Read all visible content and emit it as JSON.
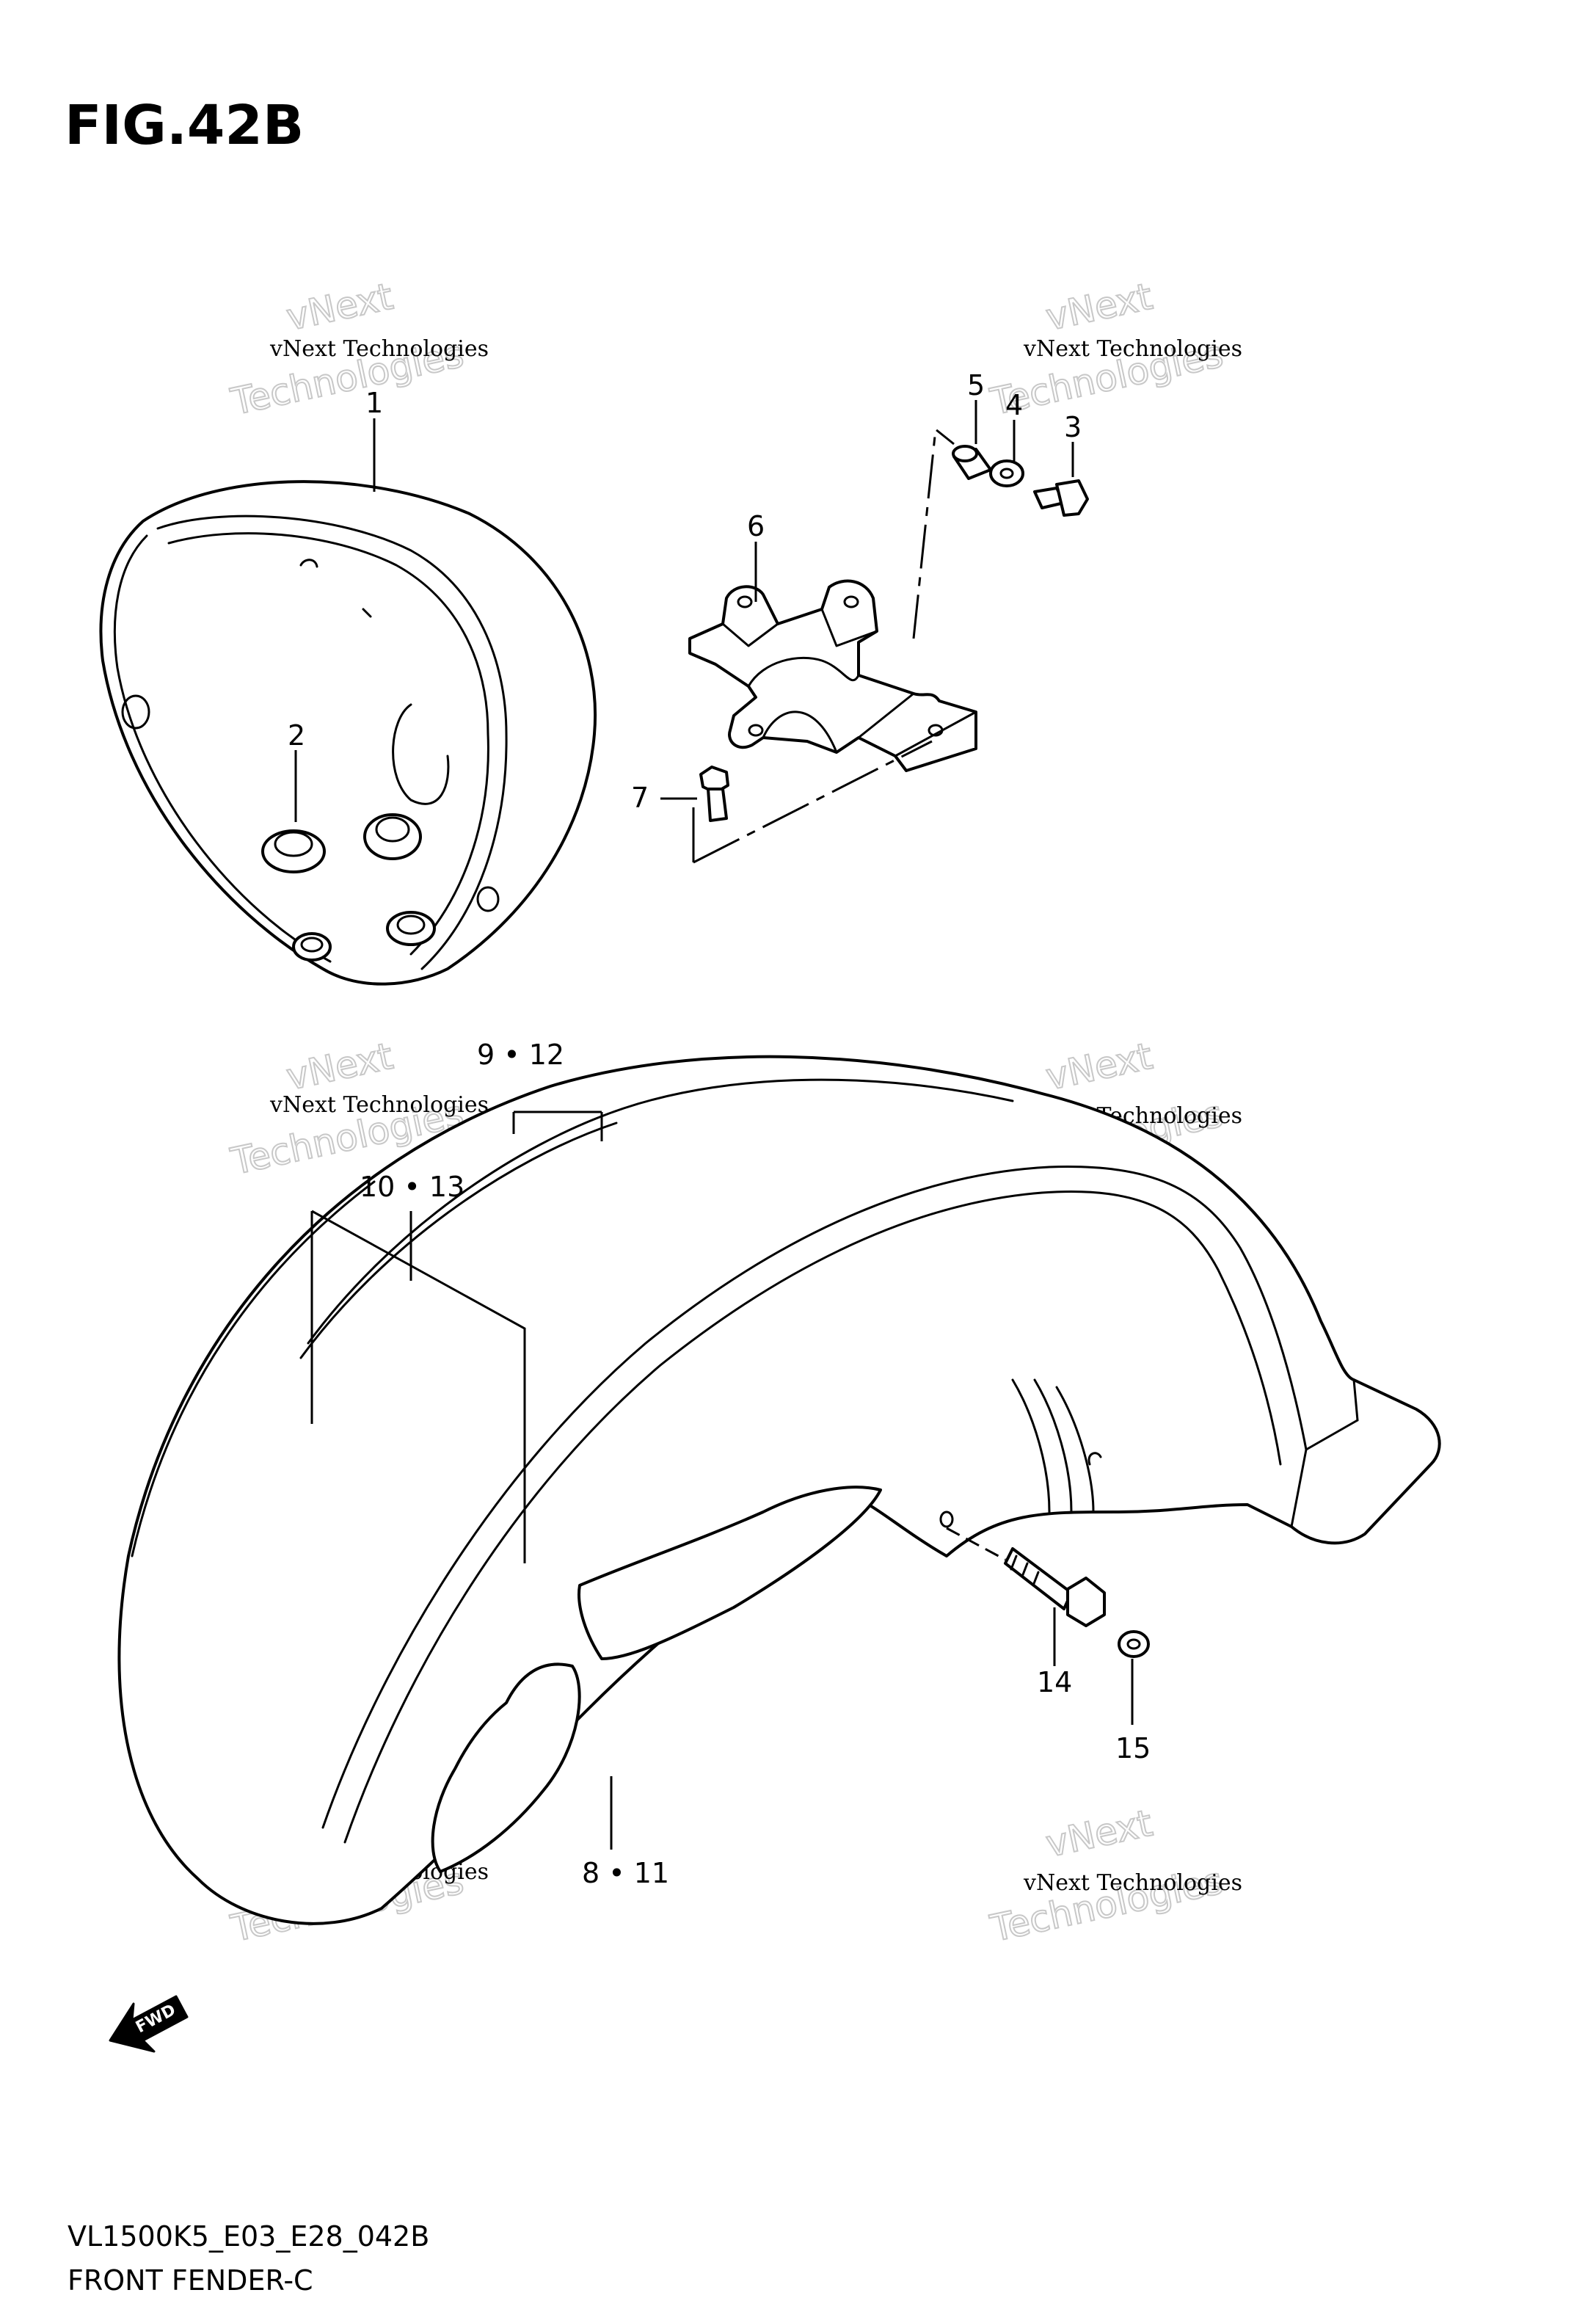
{
  "figure": {
    "title": "FIG.42B"
  },
  "watermarks": {
    "small_text": "vNext Technologies",
    "big_line1": "vNext",
    "big_line2": "Technologies"
  },
  "callouts": {
    "c1": "1",
    "c2": "2",
    "c3": "3",
    "c4": "4",
    "c5": "5",
    "c6": "6",
    "c7": "7",
    "c8_11": "8 • 11",
    "c9_12": "9 • 12",
    "c10_13": "10 • 13",
    "c14": "14",
    "c15": "15"
  },
  "direction_badge": {
    "label": "FWD",
    "icon": "fwd-arrow-icon"
  },
  "footer": {
    "model_code": "VL1500K5_E03_E28_042B",
    "part_name": "FRONT FENDER-C"
  }
}
